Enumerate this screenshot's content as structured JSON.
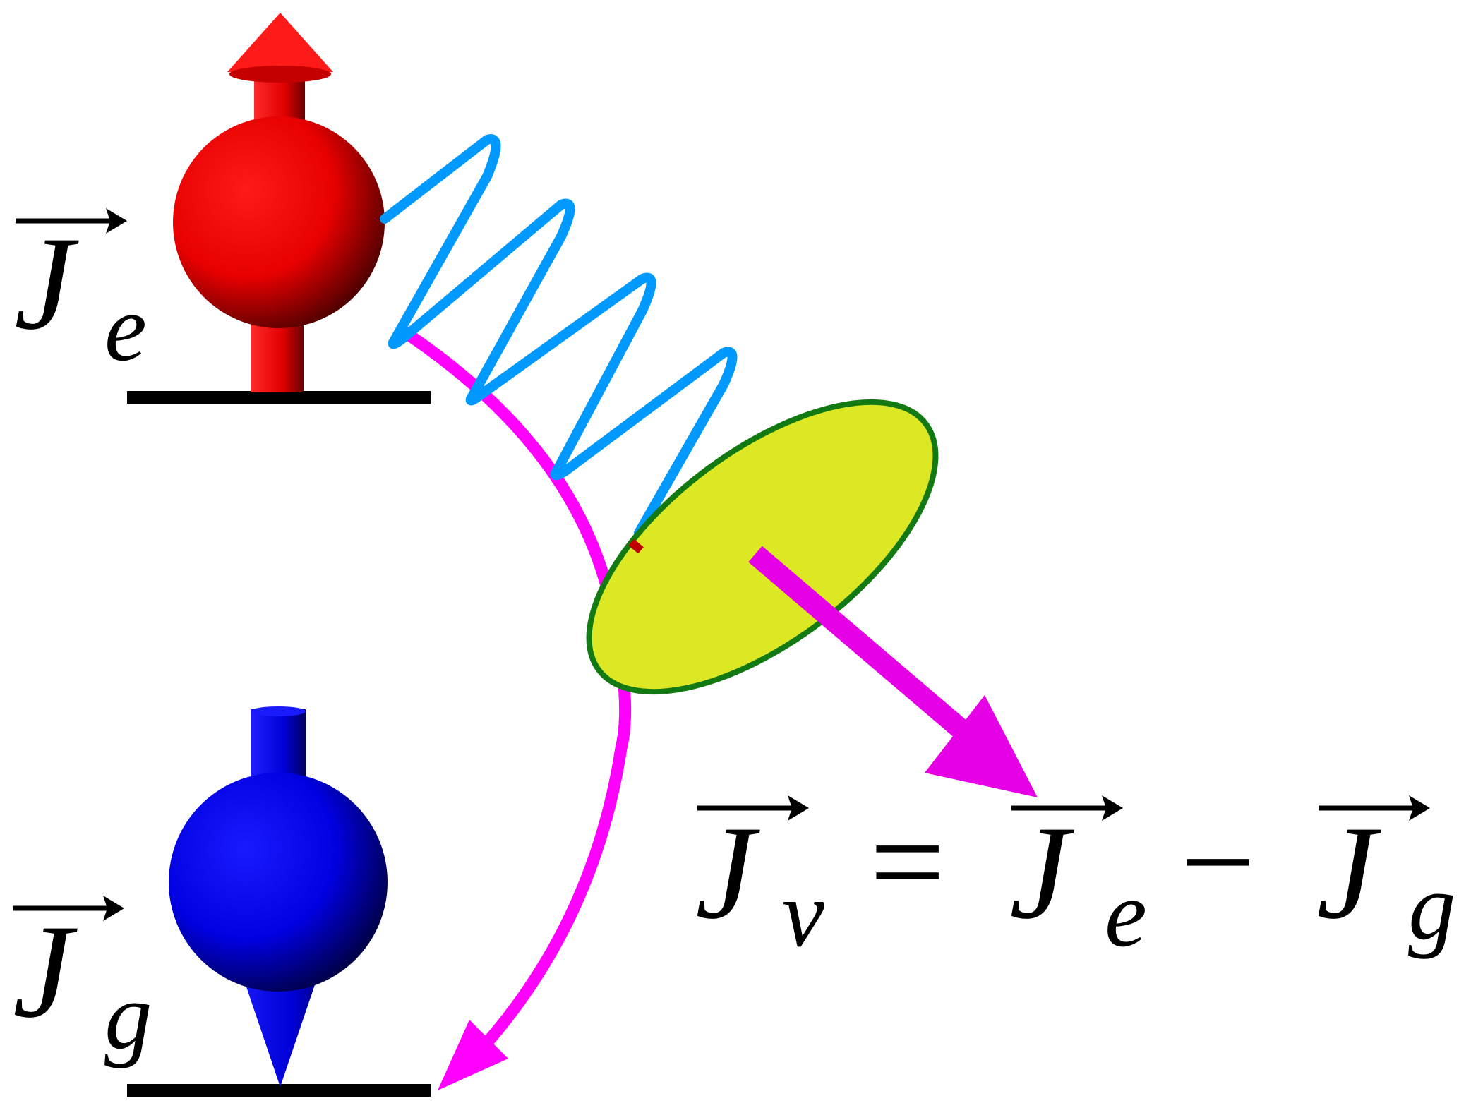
{
  "labels": {
    "excited": {
      "symbol": "J",
      "subscript": "e"
    },
    "ground": {
      "symbol": "J",
      "subscript": "g"
    },
    "equation": {
      "lhs_symbol": "J",
      "lhs_subscript": "ν",
      "equals": "=",
      "term1_symbol": "J",
      "term1_subscript": "e",
      "minus": "−",
      "term2_symbol": "J",
      "term2_subscript": "g"
    }
  },
  "colors": {
    "excited_spin": "#ff0000",
    "ground_spin": "#0000ee",
    "photon_wave": "#0099ff",
    "transition_arrow": "#ff00ff",
    "emission_arrow": "#e600e6",
    "photon_disc_fill": "#dde825",
    "photon_disc_edge": "#137a13",
    "level_lines": "#000000"
  },
  "icons": {
    "excited_state": "spin-up-icon",
    "ground_state": "spin-down-icon",
    "photon": "wave-packet-icon",
    "vector_marker": "vector-arrow-icon"
  }
}
